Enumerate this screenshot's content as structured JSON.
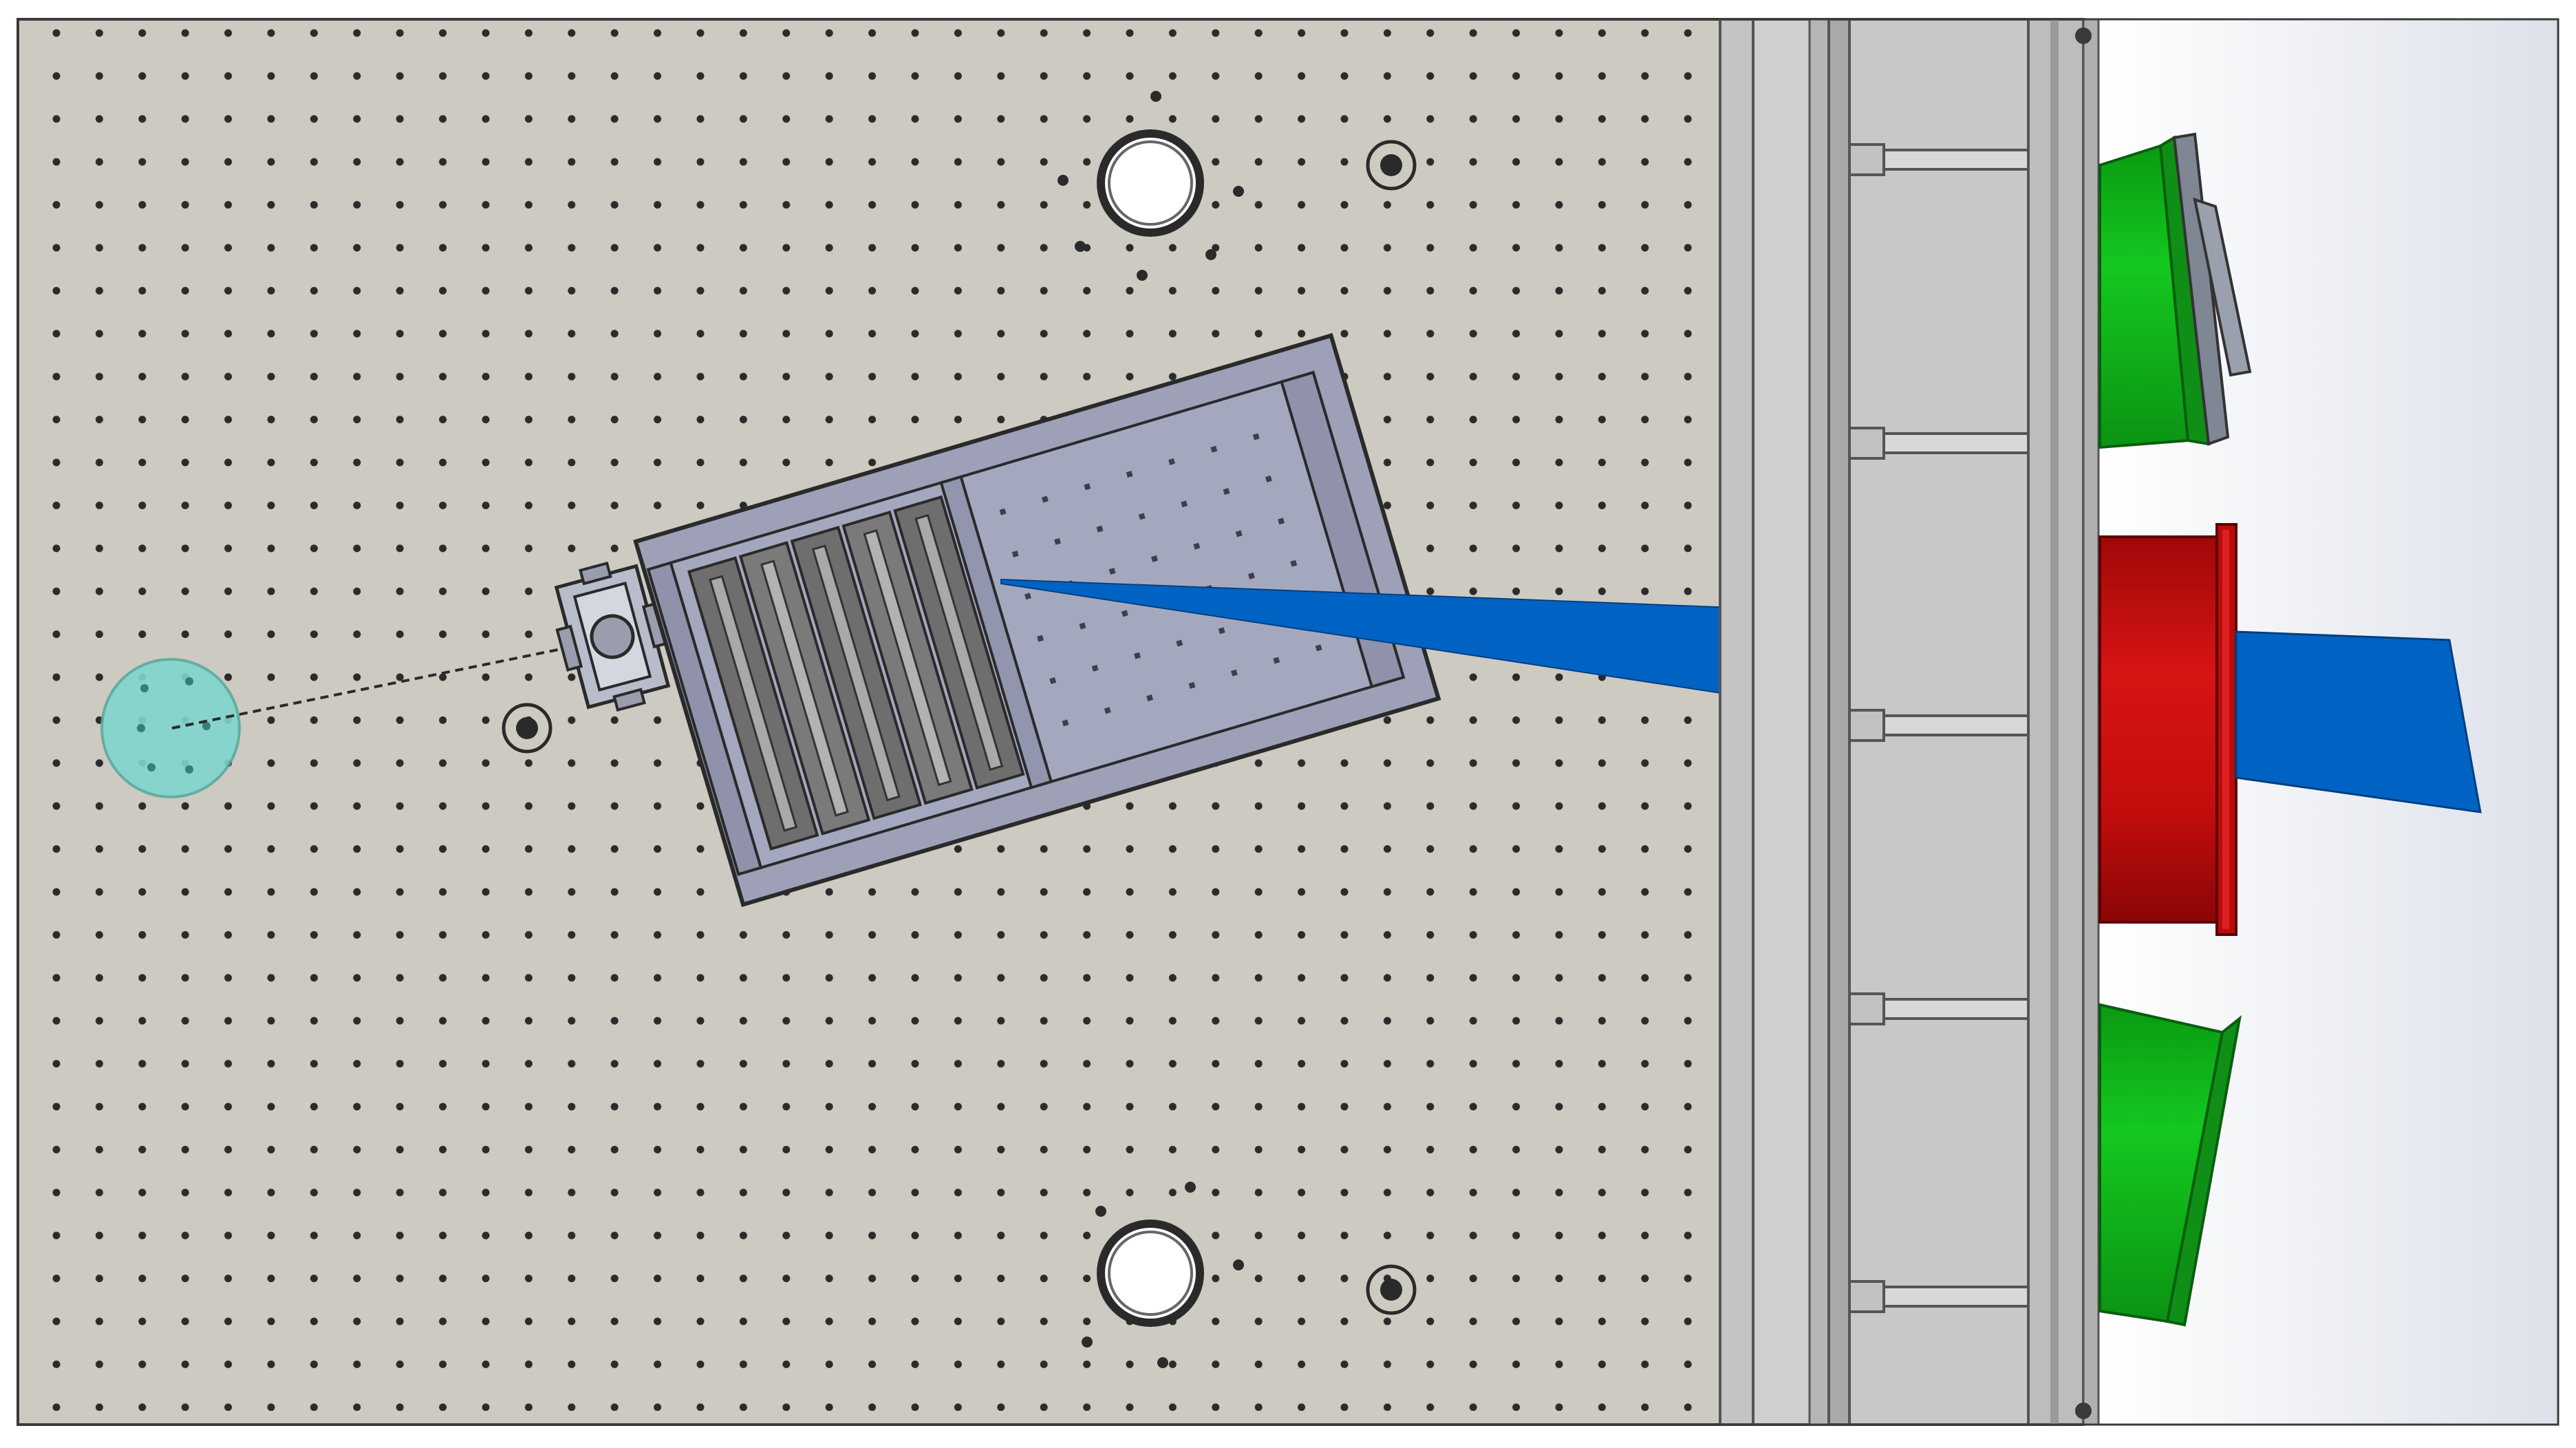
{
  "title": "",
  "colors": {
    "background": "#ffffff",
    "breadboard": "#cdcac2",
    "breadboard_holes": "#2b2b2b",
    "frame_gray": "#c4c4c4",
    "frame_dark": "#8e8e8e",
    "chamber_steel": "#a4a8bf",
    "chamber_frame": "#9ea0b8",
    "grating_dark": "#6e6e6e",
    "beam_blue": "#0063c4",
    "sphere_cyan": "#7fd6cc",
    "port_green": "#0fb21a",
    "port_red": "#c50d0d",
    "side_bg_start": "#ffffff",
    "side_bg_end": "#dde1ea"
  },
  "components": {
    "optical_table": "optical-breadboard",
    "light_source": "cyan-sphere-source",
    "collimator": "lens-mount",
    "spectrometer": "grating-chamber",
    "beam": "blue-beam",
    "vacuum_frame": "aluminum-frame",
    "ports": [
      "green-port-top",
      "red-port-center",
      "green-port-bottom"
    ]
  }
}
